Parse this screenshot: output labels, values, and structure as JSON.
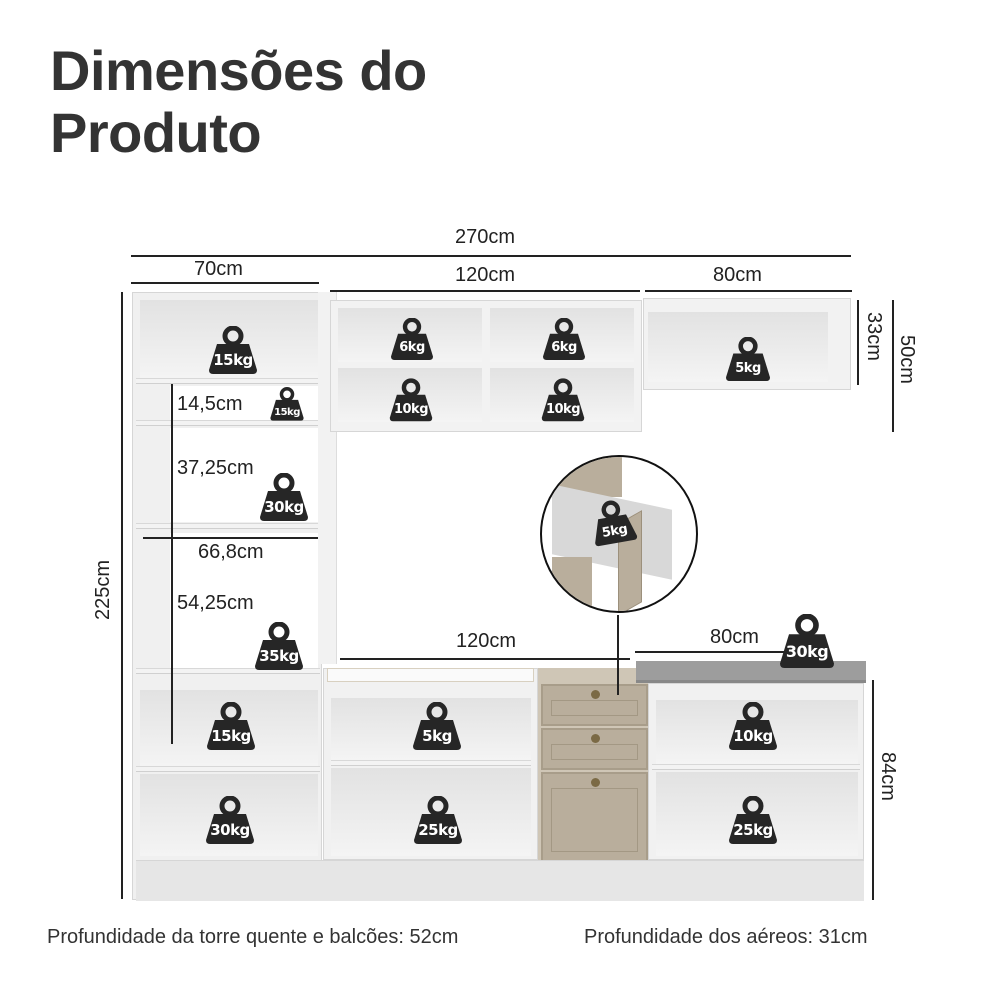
{
  "title": {
    "line1": "Dimensões do",
    "line2": "Produto"
  },
  "dimensions": {
    "total_width": "270cm",
    "tower_width": "70cm",
    "upper_middle_width": "120cm",
    "upper_right_width": "80cm",
    "upper_right_height_inner": "33cm",
    "upper_right_height": "50cm",
    "niche_small_height": "14,5cm",
    "niche_middle_height": "37,25cm",
    "niche_width": "66,8cm",
    "niche_large_height": "54,25cm",
    "total_height": "225cm",
    "counter_middle_width": "120cm",
    "counter_right_width": "80cm",
    "counter_height": "84cm"
  },
  "weights": {
    "tower_top": "15kg",
    "tower_small_niche": "15kg",
    "tower_mid_niche": "30kg",
    "tower_large_niche": "35kg",
    "upper_mid_top_left": "6kg",
    "upper_mid_top_right": "6kg",
    "upper_mid_bottom_left": "10kg",
    "upper_mid_bottom_right": "10kg",
    "upper_right": "5kg",
    "drawer_zoom": "5kg",
    "countertop": "30kg",
    "tower_base_top": "15kg",
    "tower_base_bottom": "30kg",
    "counter_mid_top": "5kg",
    "counter_mid_bottom": "25kg",
    "counter_right_top": "10kg",
    "counter_right_bottom": "25kg"
  },
  "colors": {
    "title": "#333333",
    "weight_icon": "#262626",
    "drawer": "#b9ae9c",
    "countertop": "#9a9a9a"
  },
  "footer": {
    "depth_tower_counters": "Profundidade da torre quente e balcões: 52cm",
    "depth_upper": "Profundidade dos aéreos: 31cm"
  }
}
